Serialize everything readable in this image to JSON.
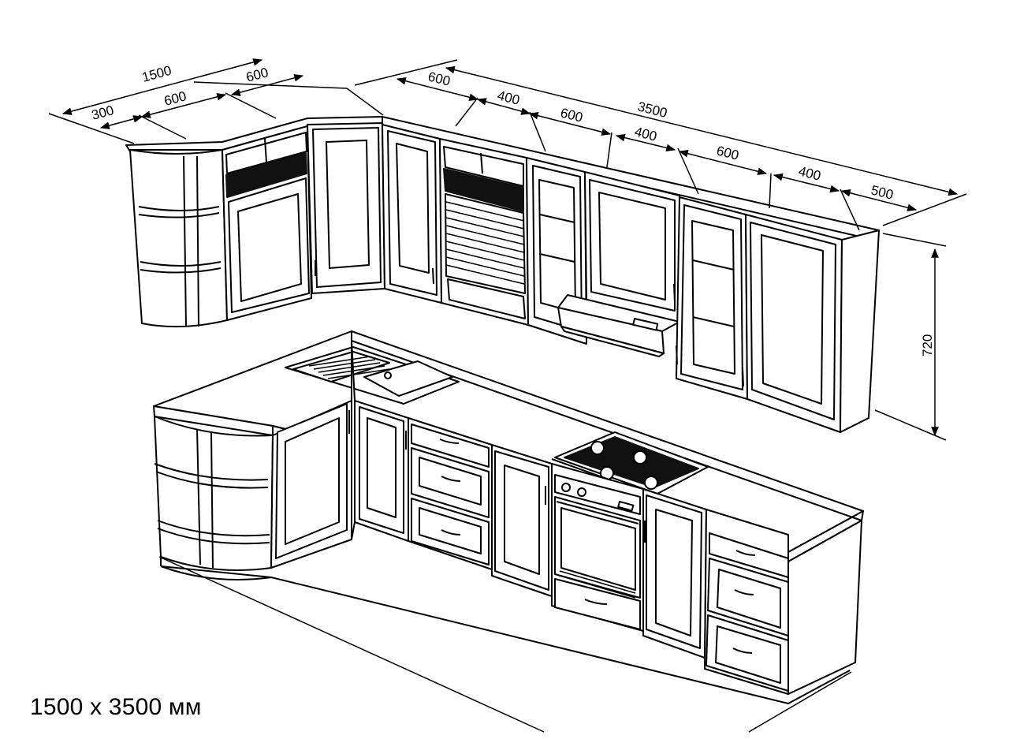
{
  "caption": "1500 x 3500 мм",
  "dimensions": {
    "total_left": "1500",
    "left_300": "300",
    "left_600_a": "600",
    "left_600_b": "600",
    "total_right": "3500",
    "right_600_a": "600",
    "right_400_a": "400",
    "right_600_b": "600",
    "right_400_b": "400",
    "right_600_c": "600",
    "right_400_c": "400",
    "right_500": "500",
    "height_720": "720"
  },
  "colors": {
    "line": "#000000",
    "fill": "#ffffff",
    "dark": "#111111"
  }
}
